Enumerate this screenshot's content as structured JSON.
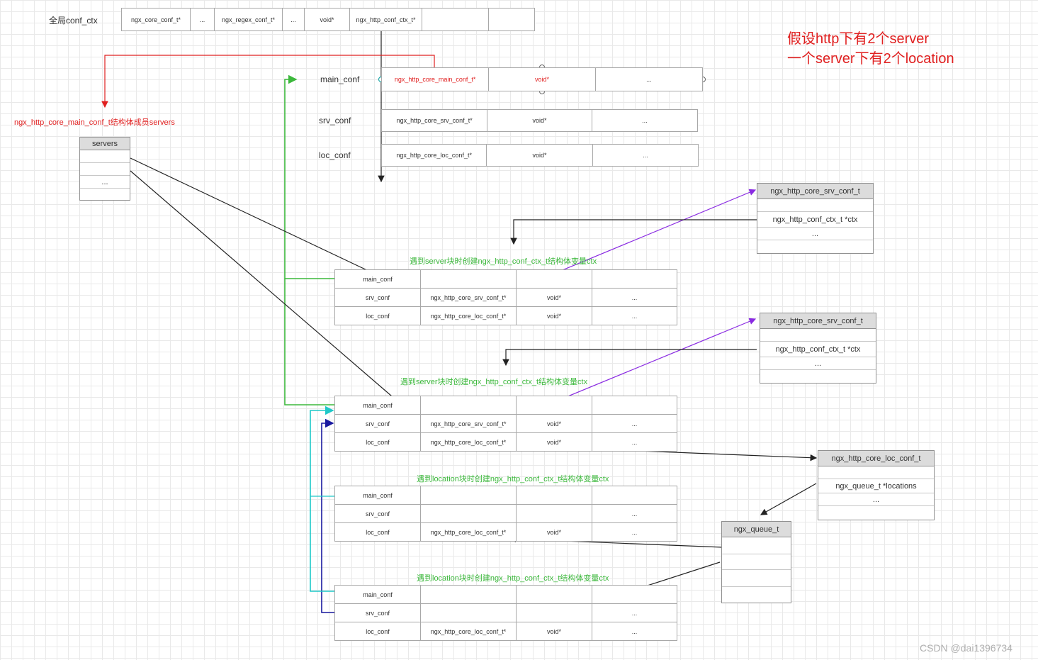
{
  "global": {
    "label": "全局conf_ctx",
    "cells": [
      "ngx_core_conf_t*",
      "...",
      "ngx_regex_conf_t*",
      "...",
      "void*",
      "ngx_http_conf_ctx_t*",
      "",
      ""
    ]
  },
  "http_ctx": {
    "main_label": "main_conf",
    "srv_label": "srv_conf",
    "loc_label": "loc_conf",
    "main_cells": [
      "ngx_http_core_main_conf_t*",
      "void*",
      "..."
    ],
    "srv_cells": [
      "ngx_http_core_srv_conf_t*",
      "void*",
      "..."
    ],
    "loc_cells": [
      "ngx_http_core_loc_conf_t*",
      "void*",
      "..."
    ]
  },
  "servers_caption": "ngx_http_core_main_conf_t结构体成员servers",
  "servers_box": {
    "title": "servers",
    "rows": [
      "",
      "",
      "...",
      ""
    ]
  },
  "note": {
    "line1": "假设http下有2个server",
    "line2": "一个server下有2个location"
  },
  "server_ctx_caption": "遇到server块时创建ngx_http_conf_ctx_t结构体变量ctx",
  "server_ctx_caption_2": "遇到server块时创建ngx_http_conf_ctx_t结构体变量ctx",
  "location_ctx_caption": "遇到location块时创建ngx_http_conf_ctx_t结构体变量ctx",
  "location_ctx_caption_2": "遇到location块时创建ngx_http_conf_ctx_t结构体变量ctx",
  "server_tables": [
    {
      "rows": [
        [
          "main_conf",
          "",
          "",
          ""
        ],
        [
          "srv_conf",
          "ngx_http_core_srv_conf_t*",
          "void*",
          "..."
        ],
        [
          "loc_conf",
          "ngx_http_core_loc_conf_t*",
          "void*",
          "..."
        ]
      ]
    },
    {
      "rows": [
        [
          "main_conf",
          "",
          "",
          ""
        ],
        [
          "srv_conf",
          "ngx_http_core_srv_conf_t*",
          "void*",
          "..."
        ],
        [
          "loc_conf",
          "ngx_http_core_loc_conf_t*",
          "void*",
          "..."
        ]
      ]
    }
  ],
  "location_tables": [
    {
      "rows": [
        [
          "main_conf",
          "",
          "",
          ""
        ],
        [
          "srv_conf",
          "",
          "",
          "..."
        ],
        [
          "loc_conf",
          "ngx_http_core_loc_conf_t*",
          "void*",
          "..."
        ]
      ]
    },
    {
      "rows": [
        [
          "main_conf",
          "",
          "",
          ""
        ],
        [
          "srv_conf",
          "",
          "",
          "..."
        ],
        [
          "loc_conf",
          "ngx_http_core_loc_conf_t*",
          "void*",
          "..."
        ]
      ]
    }
  ],
  "srv_conf_boxes": [
    {
      "title": "ngx_http_core_srv_conf_t",
      "rows": [
        "",
        "ngx_http_conf_ctx_t    *ctx",
        "...",
        ""
      ]
    },
    {
      "title": "ngx_http_core_srv_conf_t",
      "rows": [
        "",
        "ngx_http_conf_ctx_t    *ctx",
        "...",
        ""
      ]
    }
  ],
  "loc_conf_box": {
    "title": "ngx_http_core_loc_conf_t",
    "rows": [
      "",
      "ngx_queue_t   *locations",
      "...",
      ""
    ]
  },
  "queue_box": {
    "title": "ngx_queue_t",
    "rows": [
      "",
      "",
      "",
      "",
      ""
    ]
  },
  "watermark": "CSDN @dai1396734",
  "colors": {
    "green": "#3cb83c",
    "red": "#e02020",
    "purple": "#8a2be2",
    "navy": "#1a1aa0",
    "cyan": "#1ec8c8",
    "black": "#222222"
  }
}
